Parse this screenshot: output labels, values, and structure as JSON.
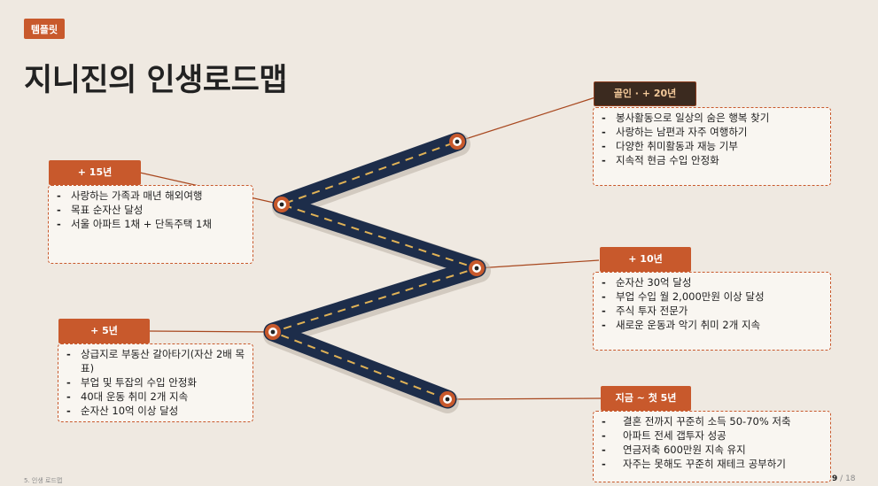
{
  "tag": "템플릿",
  "title": "지니진의 인생로드맵",
  "milestones": {
    "goal": {
      "label": "골인 · + 20년",
      "items": [
        "봉사활동으로 일상의 숨은 행복 찾기",
        "사랑하는 남편과 자주 여행하기",
        "다양한 취미활동과 재능 기부",
        "지속적 현금 수입 안정화"
      ]
    },
    "y15": {
      "label": "+ 15년",
      "items": [
        "사랑하는 가족과 매년 해외여행",
        "목표 순자산 달성",
        "서울 아파트 1채 + 단독주택 1채"
      ]
    },
    "y10": {
      "label": "+ 10년",
      "items": [
        "순자산 30억 달성",
        "부업 수입 월 2,000만원 이상 달성",
        "주식 투자 전문가",
        "새로운 운동과 악기 취미 2개 지속"
      ]
    },
    "y5": {
      "label": "+ 5년",
      "items": [
        "상급지로 부동산 갈아타기(자산 2배 목표)",
        "부업 및 투잡의 수입 안정화",
        "40대 운동 취미 2개 지속",
        "순자산 10억 이상 달성"
      ]
    },
    "now": {
      "label": "지금 ~ 첫 5년",
      "items": [
        "결혼 전까지 꾸준히 소득 50-70% 저축",
        "아파트 전세 갭투자 성공",
        "연금저축 600만원 지속 유지",
        "자주는 못해도 꾸준히 재테크 공부하기"
      ]
    }
  },
  "footer": {
    "section": "5. 인생 로드맵",
    "page": "9",
    "separator": "/",
    "total": "18"
  },
  "colors": {
    "accent": "#c8592c",
    "road": "#1d2d4a",
    "road_dash": "#e0b256",
    "background": "#efe9e1"
  }
}
